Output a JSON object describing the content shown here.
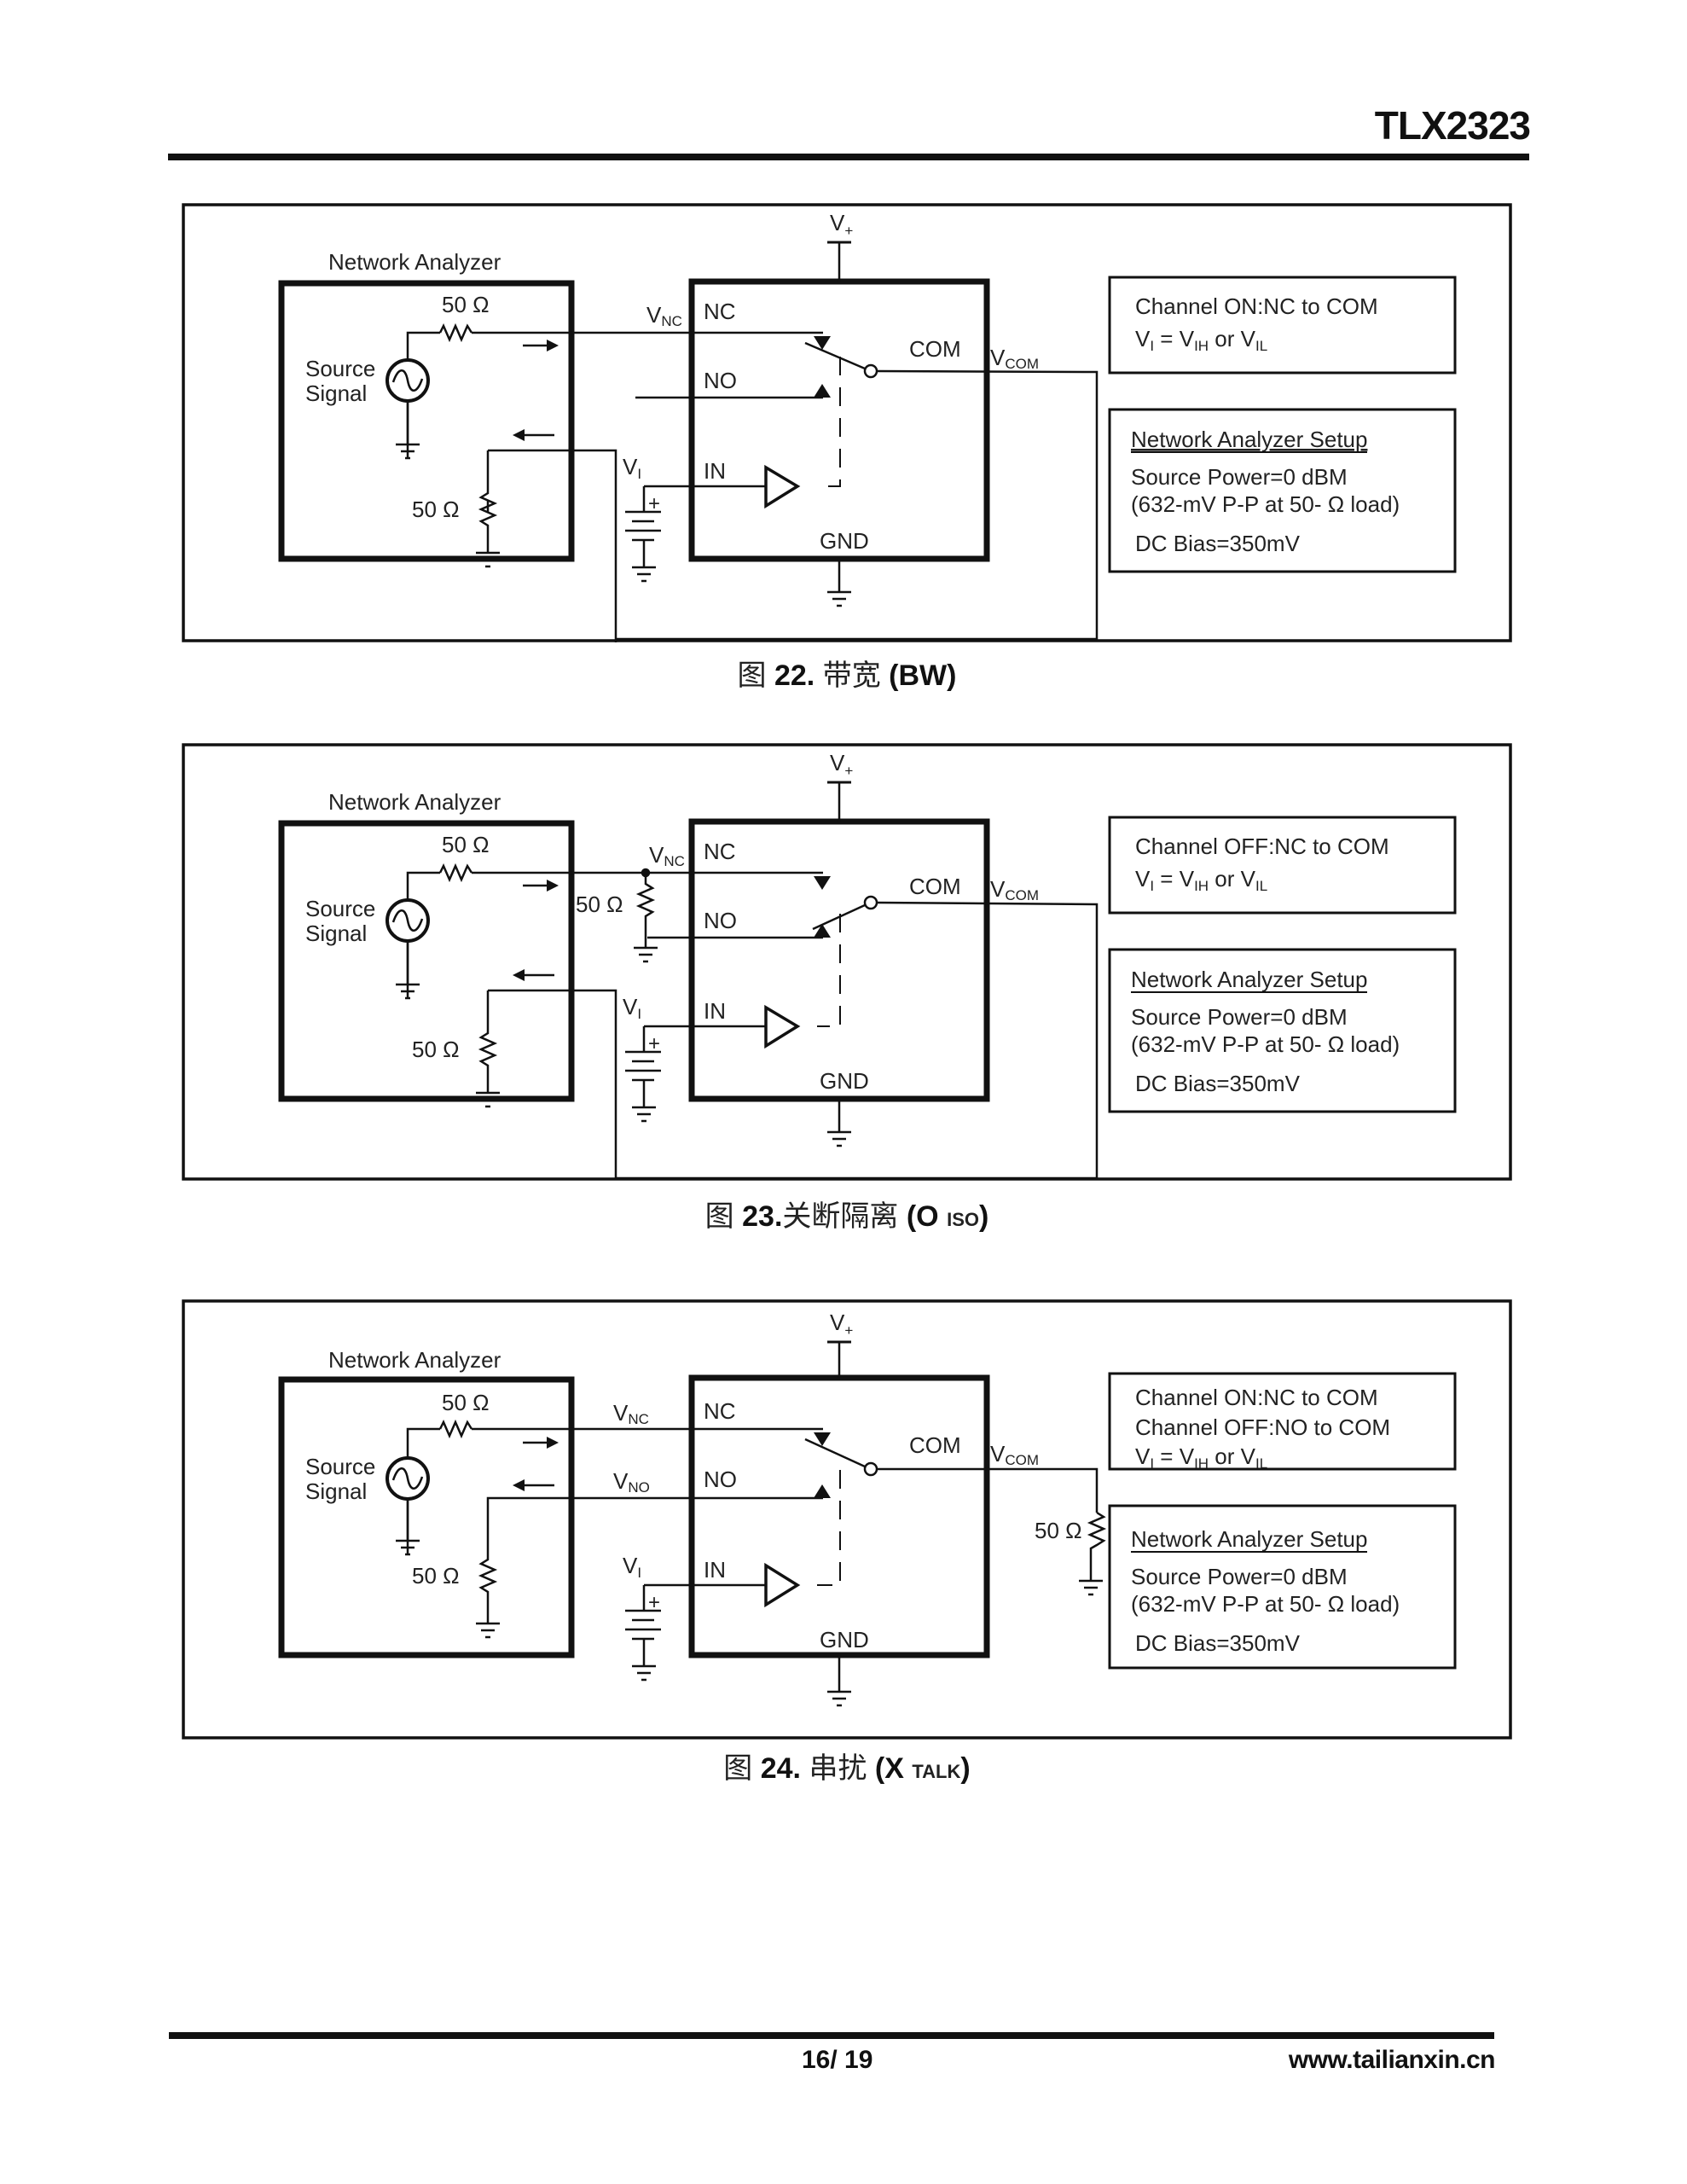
{
  "header": {
    "title": "TLX2323"
  },
  "figures": [
    {
      "id": "fig22",
      "caption": {
        "prefix": "图",
        "number": "22.",
        "title_cn": "带宽",
        "title_en_open": "(BW)",
        "sub": "",
        "close": ""
      },
      "network_analyzer_label": "Network Analyzer",
      "source_label_1": "Source",
      "source_label_2": "Signal",
      "r_source": "50 Ω",
      "r_load": "50 Ω",
      "vplus": "V",
      "vplus_sub": "+",
      "vnc": "V",
      "vnc_sub": "NC",
      "pin_nc": "NC",
      "pin_no": "NO",
      "pin_in": "IN",
      "pin_com": "COM",
      "pin_gnd": "GND",
      "vcom": "V",
      "vcom_sub": "COM",
      "vi": "V",
      "vi_sub": "I",
      "battery_plus": "+",
      "info_box_1": [
        {
          "text": "Channel ON:NC to COM"
        }
      ],
      "vi_eq": {
        "v": "V",
        "i": "I",
        "eq": " = V",
        "ih": "IH",
        "or": " or V",
        "il": "IL"
      },
      "setup": {
        "title": "Network Analyzer Setup",
        "line1": "Source Power=0 dBM",
        "line2": "(632-mV P-P at 50- Ω load)",
        "line3": "DC Bias=350mV"
      }
    },
    {
      "id": "fig23",
      "caption": {
        "prefix": "图",
        "number": "23.",
        "title_cn": "关断隔离",
        "title_en_open": "(O",
        "sub": "ISO",
        "close": ")"
      },
      "network_analyzer_label": "Network Analyzer",
      "source_label_1": "Source",
      "source_label_2": "Signal",
      "r_source": "50 Ω",
      "r_load": "50 Ω",
      "r_shunt": "50 Ω",
      "vplus": "V",
      "vplus_sub": "+",
      "vnc": "V",
      "vnc_sub": "NC",
      "pin_nc": "NC",
      "pin_no": "NO",
      "pin_in": "IN",
      "pin_com": "COM",
      "pin_gnd": "GND",
      "vcom": "V",
      "vcom_sub": "COM",
      "vi": "V",
      "vi_sub": "I",
      "battery_plus": "+",
      "info_box_1": [
        {
          "text": "Channel OFF:NC to COM"
        }
      ],
      "vi_eq": {
        "v": "V",
        "i": "I",
        "eq": " = V",
        "ih": "IH",
        "or": " or V",
        "il": "IL"
      },
      "setup": {
        "title": "Network Analyzer Setup",
        "line1": "Source Power=0 dBM",
        "line2": "(632-mV P-P at 50- Ω load)",
        "line3": "DC Bias=350mV"
      }
    },
    {
      "id": "fig24",
      "caption": {
        "prefix": "图",
        "number": "24.",
        "title_cn": "串扰",
        "title_en_open": "(X",
        "sub": "TALK",
        "close": ")"
      },
      "network_analyzer_label": "Network Analyzer",
      "source_label_1": "Source",
      "source_label_2": "Signal",
      "r_source": "50 Ω",
      "r_load": "50 Ω",
      "r_com": "50 Ω",
      "vplus": "V",
      "vplus_sub": "+",
      "vnc": "V",
      "vnc_sub": "NC",
      "vno": "V",
      "vno_sub": "NO",
      "pin_nc": "NC",
      "pin_no": "NO",
      "pin_in": "IN",
      "pin_com": "COM",
      "pin_gnd": "GND",
      "vcom": "V",
      "vcom_sub": "COM",
      "vi": "V",
      "vi_sub": "I",
      "battery_plus": "+",
      "info_box_1": [
        {
          "text": "Channel ON:NC to COM"
        },
        {
          "text": "Channel OFF:NO to COM"
        }
      ],
      "vi_eq": {
        "v": "V",
        "i": "I",
        "eq": " = V",
        "ih": "IH",
        "or": " or V",
        "il": "IL"
      },
      "setup": {
        "title": "Network Analyzer Setup",
        "line1": "Source Power=0 dBM",
        "line2": "(632-mV P-P at 50- Ω load)",
        "line3": "DC Bias=350mV"
      }
    }
  ],
  "footer": {
    "page": "16/ 19",
    "url": "www.tailianxin.cn"
  }
}
